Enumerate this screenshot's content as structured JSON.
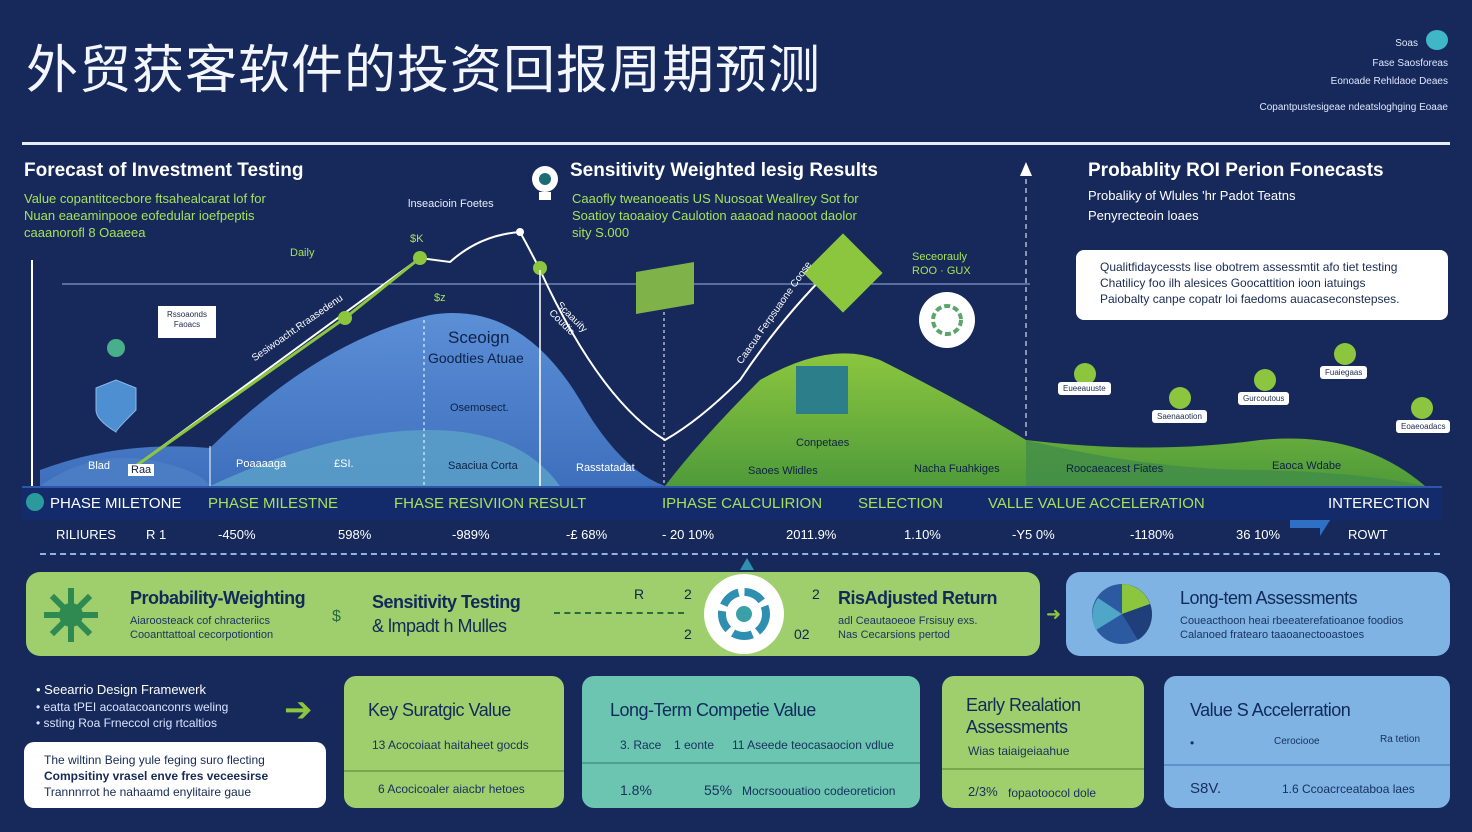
{
  "header": {
    "title": "外贸获客软件的投资回报周期预测",
    "top_right": [
      "Soas",
      "Fase Saosforeas",
      "Eonoade Rehldaoe Deaes",
      "Copantpustesigeae ndeatsloghging Eoaae"
    ]
  },
  "sections": [
    {
      "title": "Forecast of Investment Testing",
      "lines": [
        "Value copantitcecbore ftsahealcarat lof for",
        "Nuan eaeaminpooe eofedular ioefpeptis",
        "caaanorofl 8 Oaaeea"
      ]
    },
    {
      "title": "Sensitivity Weighted lesig Results",
      "lines": [
        "Caaofly tweanoeatis US Nuosoat Weallrey Sot for",
        "Soatioy taoaaioy Caulotion aaaoad naooot daolor",
        "sity S.000"
      ]
    },
    {
      "title": "Probablity ROI Perion Fonecasts",
      "lines": [
        "Probaliky of Wlules 'hr Padot Teatns",
        "Penyrecteoin loaes"
      ]
    }
  ],
  "note_box": [
    "Qualitfidaycessts lise obotrem assessmtit afo tiet testing",
    "Chatilicy foo ilh alesices Goocattition ioon iatuings",
    "Paiobalty canpe copatr loi faedoms auacaseconstepses."
  ],
  "chart_labels": {
    "scenario_title": "Sceoign",
    "scenario_sub": "Goodties Atuae",
    "scenario_chip": "Osemosect.",
    "lpeaciun": "lnseacioin Foetes",
    "daily": "Daily",
    "sk": "$K",
    "callout": "Rssoaonds\nFaoacs",
    "sensitivity": "Seceorauly\nROO · GUX",
    "competitors": "Conpetaes",
    "left_rot": "Sesiwoacht.Rraasedenu",
    "mid_rot": "Scaauity\nCoudio",
    "right_rot": "Caacua Ferpsuaone Coose",
    "sub": "$z",
    "peak_left": "",
    "bottom": [
      "Blad",
      "Raa",
      "Poaaaaga",
      "£SI.",
      "Saaciua Corta",
      "Rasstatadat",
      "Saoes Wlidles",
      "Nacha Fuahkiges",
      "Roocaeacest Fiates",
      "Eaoca Wdabe"
    ],
    "tags_right": [
      "Eueeauuste",
      "Saenaaotion",
      "Gurcoutous",
      "Fuaiegaas",
      "Eoaeoadacs"
    ]
  },
  "band": [
    {
      "label": "PHASE MILETONE",
      "color": "#ffffff"
    },
    {
      "label": "PHASE MILESTNE",
      "color": "#a6e15a"
    },
    {
      "label": "FHASE RESIVIION RESULT",
      "color": "#a6e15a"
    },
    {
      "label": "IPHASE CALCULIRION",
      "color": "#a6e15a"
    },
    {
      "label": "SELECTION",
      "color": "#a6e15a"
    },
    {
      "label": "VALLE VALUE ACCELERATION",
      "color": "#a6e15a"
    },
    {
      "label": "INTERECTION",
      "color": "#ffffff"
    }
  ],
  "metrics": [
    "RILIURES",
    "R 1",
    "-450%",
    "598%",
    "-989%",
    "-£ 68%",
    "- 20 10%",
    "2011.9%",
    "1.10%",
    "-Y5 0%",
    "-1180%",
    "36 10%",
    "ROWT"
  ],
  "panels": {
    "p1": {
      "title": "Probability-Weighting",
      "desc": [
        "Aiaroosteack cof chracteriics",
        "Cooanttattoal cecorpotiontion"
      ]
    },
    "p2": {
      "title": "Sensitivity Testing",
      "sub": "& lmpadt h Mulles"
    },
    "p3": {
      "r": "R",
      "n2a": "2",
      "n2b": "2",
      "n2c": "2",
      "n02": "02"
    },
    "p4": {
      "title": "RisAdjusted Return",
      "desc": [
        "adl Ceautaoeoe Frsisuy exs.",
        "Nas Cecarsions pertod"
      ]
    },
    "p5": {
      "title": "Long-tem Assessments",
      "desc": [
        "Coueacthoon heai rbeeaterefatioanoe foodios",
        "Calanoed fratearo taaoanectooastoes"
      ]
    }
  },
  "scenario_list": [
    "Seearrio Design Framewerk",
    "eatta tPEI acoatacoanconrs weling",
    "ssting Roa Frneccol crig rtcaltios"
  ],
  "white_box": [
    "The wiltinn Being yule feging suro flecting",
    "Compsitiny vrasel enve fres veceesirse",
    "Trannnrrot he nahaamd enylitaire gaue"
  ],
  "cards": [
    {
      "title": "Key Suratgic Value",
      "r1": "13 Acocoiaat haitaheet gocds",
      "r2": "6 Acocicoaler aiacbr hetoes"
    },
    {
      "title": "Long-Term Competie Value",
      "r1a": "3. Race",
      "r1b": "1 eonte",
      "r1c": "11 Aseede teocasaocion vdlue",
      "r2a": "1.8%",
      "r2b": "55%",
      "r2c": "Mocrsoouatioo codeoreticion"
    },
    {
      "title": "Early Realation Assessments",
      "r1": "Wias taiaigeiaahue",
      "r2a": "2/3%",
      "r2b": "fopaotoocol dole"
    },
    {
      "title": "Value S Accelerration",
      "r1a": "•",
      "r1b": "Cerociooe",
      "r1c": "Ra tetion",
      "r2a": "S8V.",
      "r2b": "1.6 Ccoacrceataboa laes"
    }
  ],
  "colors": {
    "bg": "#16295a",
    "accent_green": "#8cc63f",
    "light_green": "#9fcf6d",
    "light_blue": "#7fb3e4",
    "teal": "#6cc5b0"
  }
}
